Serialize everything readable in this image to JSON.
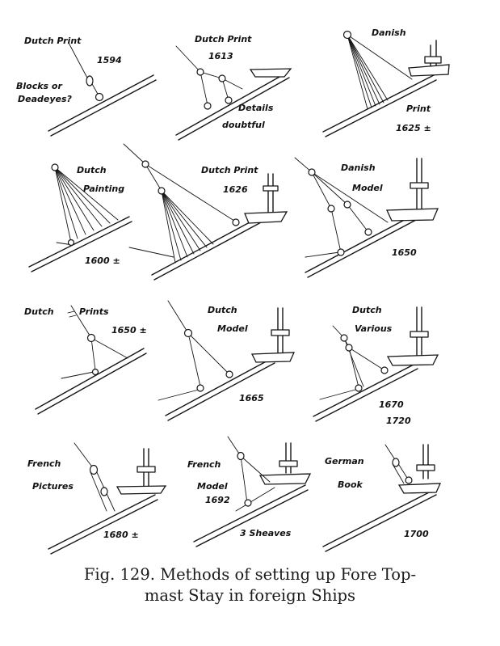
{
  "figure": {
    "caption_line1": "Fig. 129.  Methods of setting up Fore Top-",
    "caption_line2": "mast Stay in foreign Ships"
  },
  "panels": [
    {
      "id": "p1",
      "lines": [
        "Dutch Print",
        "1594",
        "Blocks or",
        "Deadeyes?"
      ]
    },
    {
      "id": "p2",
      "lines": [
        "Dutch Print",
        "1613",
        "Details",
        "doubtful"
      ]
    },
    {
      "id": "p3",
      "lines": [
        "Danish",
        "Print",
        "1625 ±"
      ]
    },
    {
      "id": "p4",
      "lines": [
        "Dutch",
        "Painting",
        "1600 ±"
      ]
    },
    {
      "id": "p5",
      "lines": [
        "Dutch Print",
        "1626"
      ]
    },
    {
      "id": "p6",
      "lines": [
        "Danish",
        "Model",
        "1650"
      ]
    },
    {
      "id": "p7",
      "lines": [
        "Dutch",
        "Prints",
        "1650 ±"
      ]
    },
    {
      "id": "p8",
      "lines": [
        "Dutch",
        "Model",
        "1665"
      ]
    },
    {
      "id": "p9",
      "lines": [
        "Dutch",
        "Various",
        "1670",
        "1720"
      ]
    },
    {
      "id": "p10",
      "lines": [
        "French",
        "Pictures",
        "1680 ±"
      ]
    },
    {
      "id": "p11",
      "lines": [
        "French",
        "Model",
        "1692",
        "3 Sheaves"
      ]
    },
    {
      "id": "p12",
      "lines": [
        "German",
        "Book",
        "1700"
      ]
    }
  ]
}
